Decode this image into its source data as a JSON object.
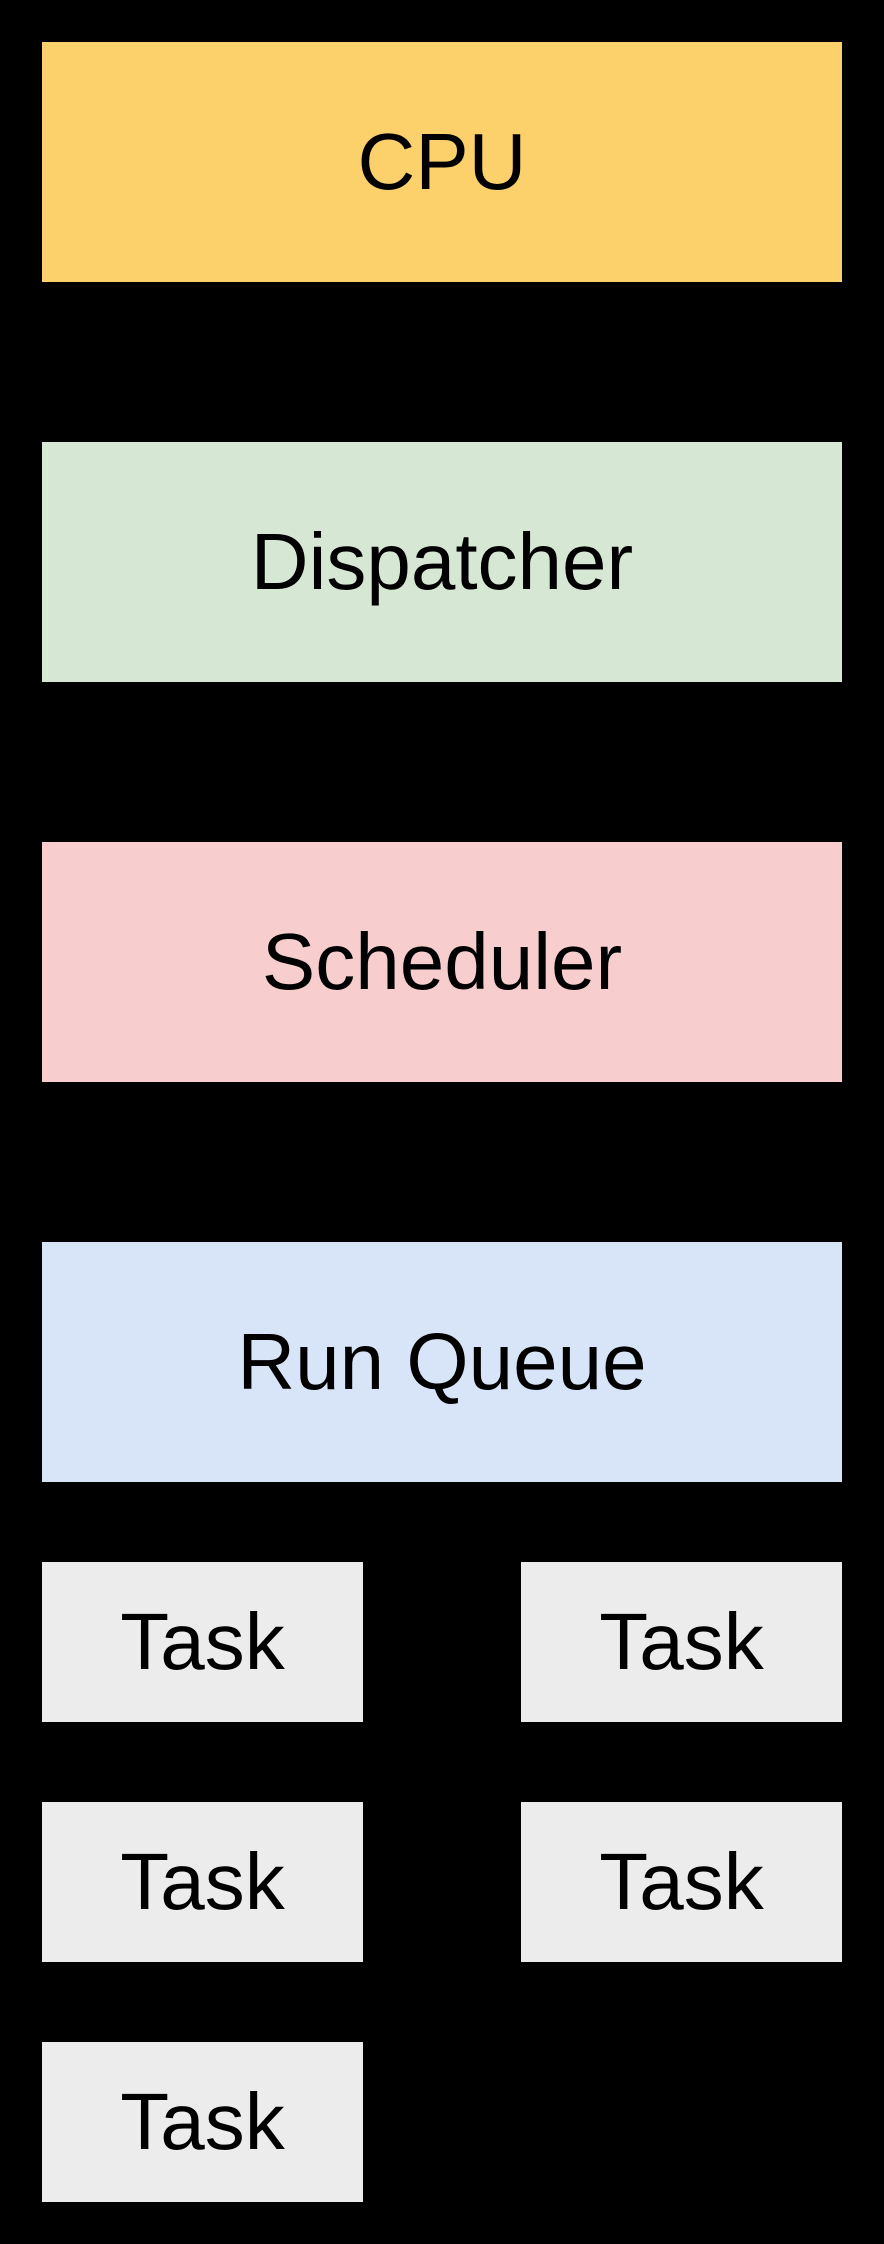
{
  "diagram": {
    "background_color": "#000000",
    "text_color": "#000000",
    "nodes": [
      {
        "id": "cpu",
        "label": "CPU",
        "fill": "#FCD16C"
      },
      {
        "id": "dispatcher",
        "label": "Dispatcher",
        "fill": "#D6E8D4"
      },
      {
        "id": "scheduler",
        "label": "Scheduler",
        "fill": "#F7CECD"
      },
      {
        "id": "run_queue",
        "label": "Run Queue",
        "fill": "#D8E5F8"
      }
    ],
    "task_nodes": [
      {
        "label": "Task",
        "fill": "#ECECEC"
      },
      {
        "label": "Task",
        "fill": "#ECECEC"
      },
      {
        "label": "Task",
        "fill": "#ECECEC"
      },
      {
        "label": "Task",
        "fill": "#ECECEC"
      },
      {
        "label": "Task",
        "fill": "#ECECEC"
      }
    ]
  }
}
